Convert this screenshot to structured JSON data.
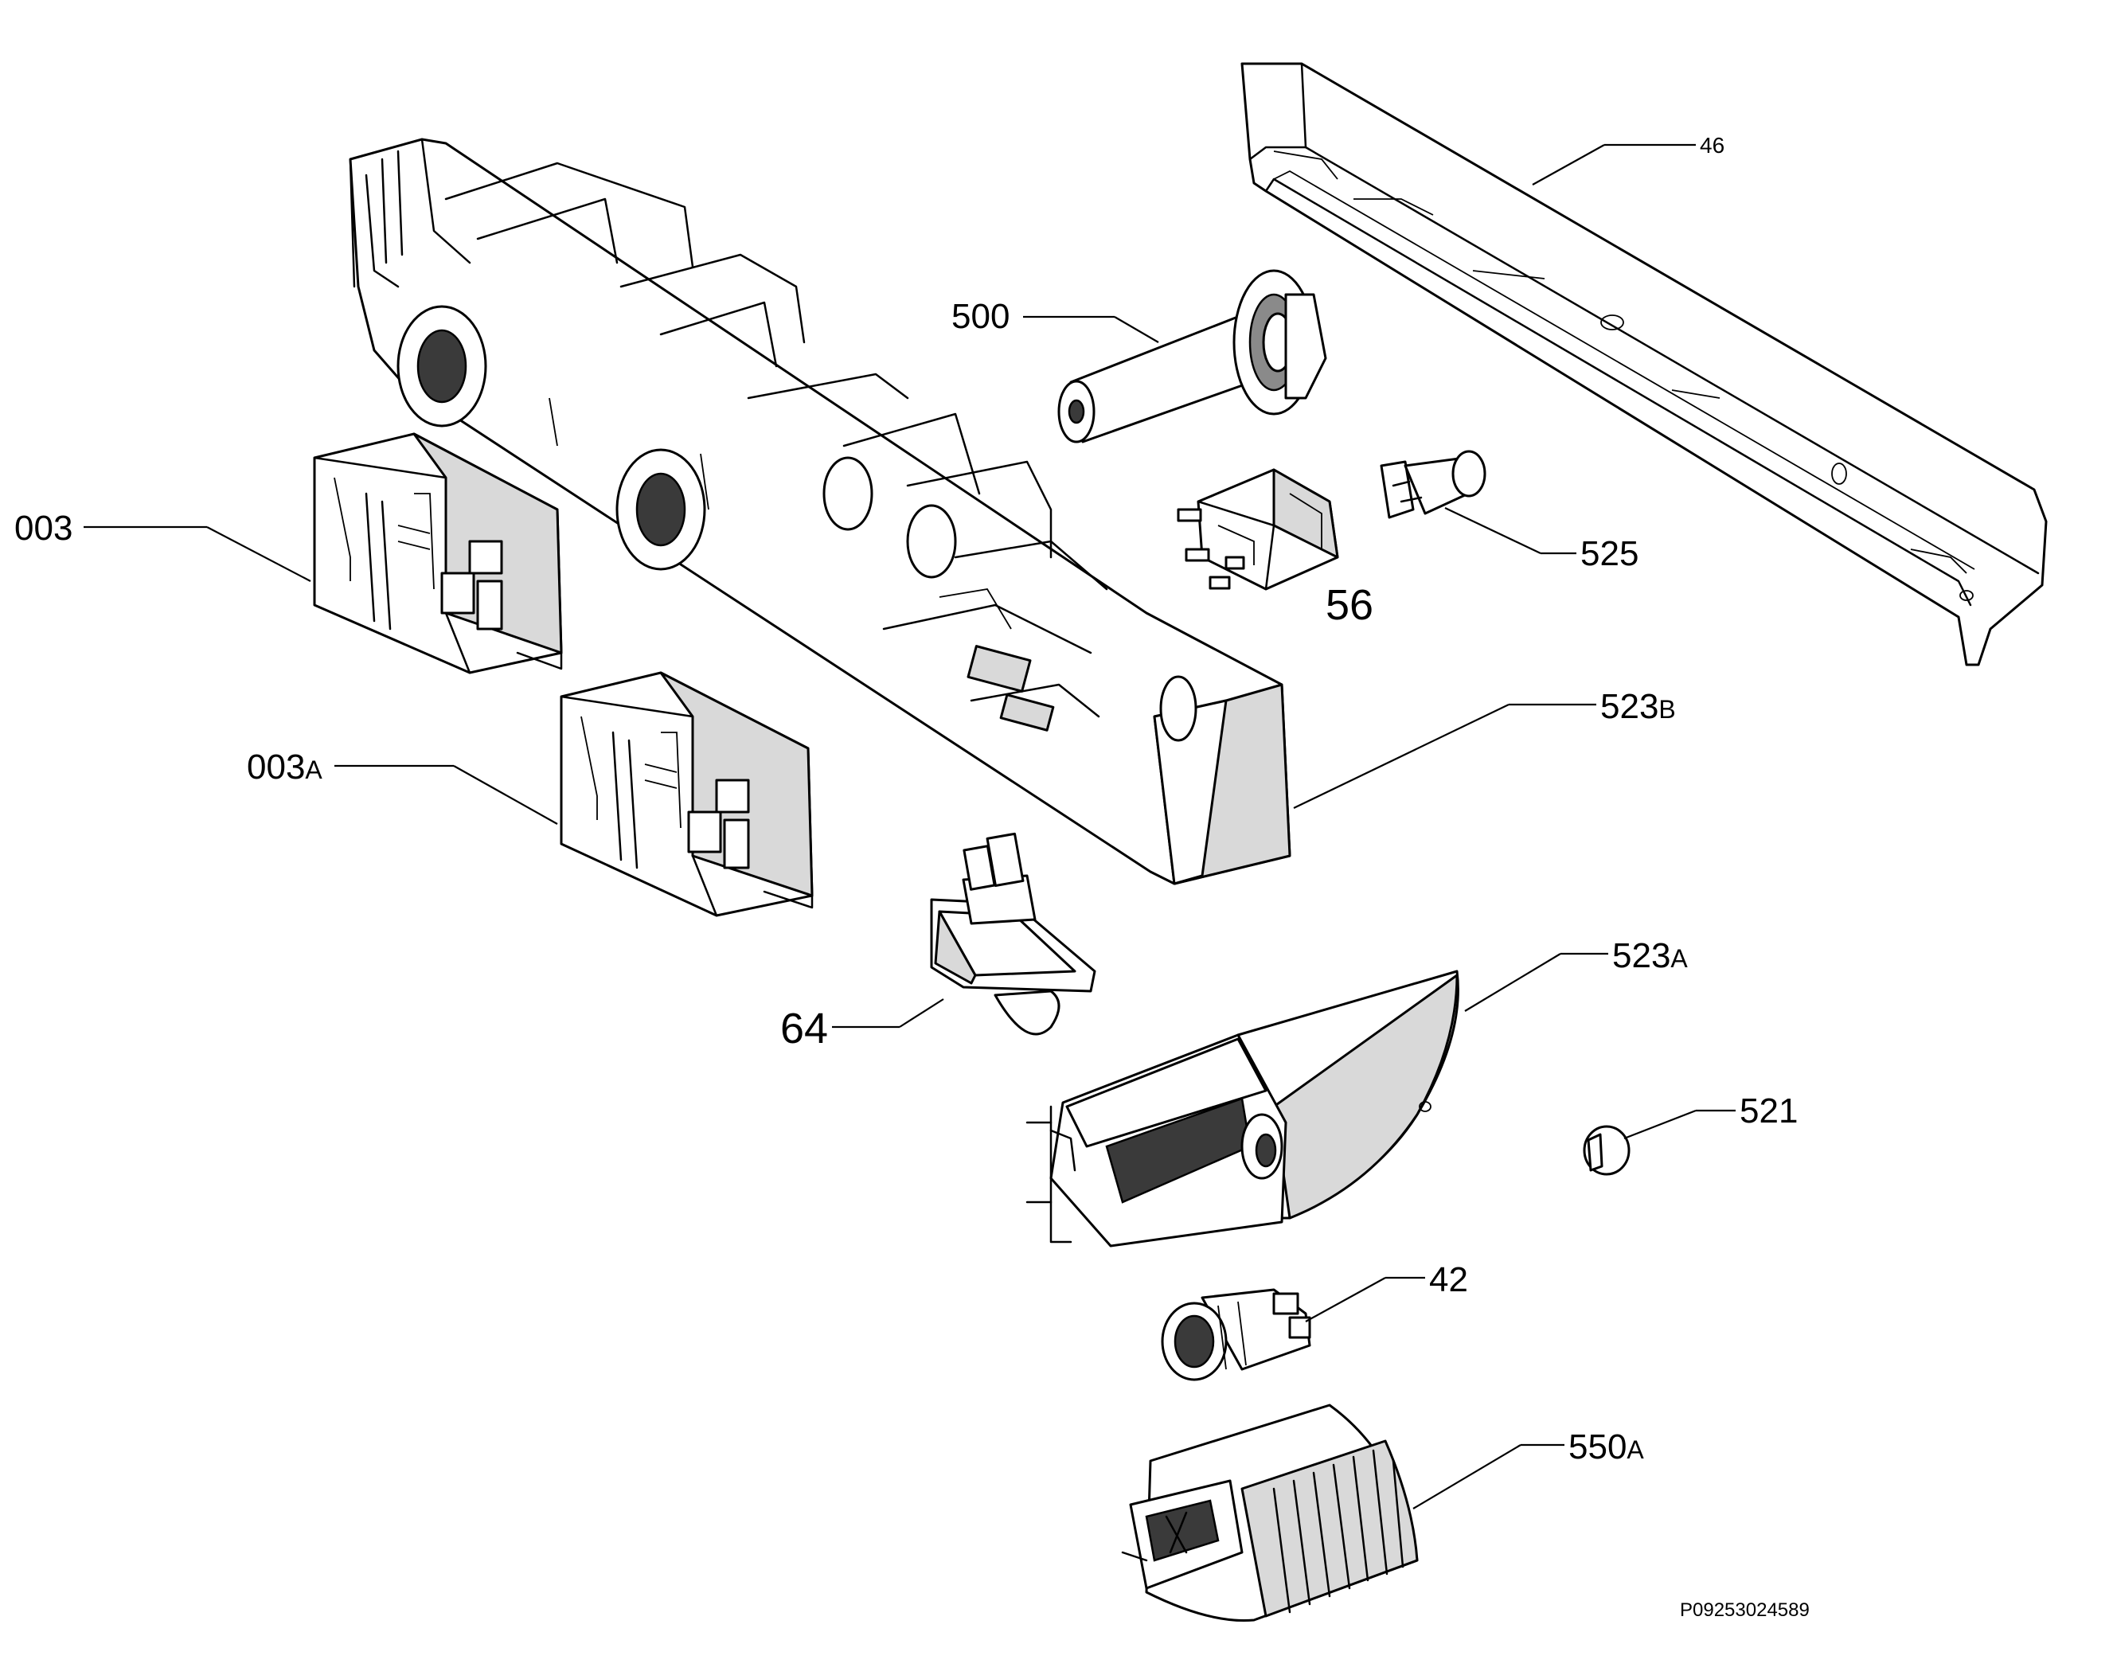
{
  "diagram": {
    "drawing_code": "P09253024589",
    "callouts": [
      {
        "id": "46",
        "number": "46",
        "suffix": ""
      },
      {
        "id": "500",
        "number": "500",
        "suffix": ""
      },
      {
        "id": "003",
        "number": "003",
        "suffix": ""
      },
      {
        "id": "525",
        "number": "525",
        "suffix": ""
      },
      {
        "id": "56",
        "number": "56",
        "suffix": ""
      },
      {
        "id": "523B",
        "number": "523",
        "suffix": "B"
      },
      {
        "id": "003A",
        "number": "003",
        "suffix": "A"
      },
      {
        "id": "523A",
        "number": "523",
        "suffix": "A"
      },
      {
        "id": "64",
        "number": "64",
        "suffix": ""
      },
      {
        "id": "521",
        "number": "521",
        "suffix": ""
      },
      {
        "id": "42",
        "number": "42",
        "suffix": ""
      },
      {
        "id": "550A",
        "number": "550",
        "suffix": "A"
      }
    ]
  }
}
